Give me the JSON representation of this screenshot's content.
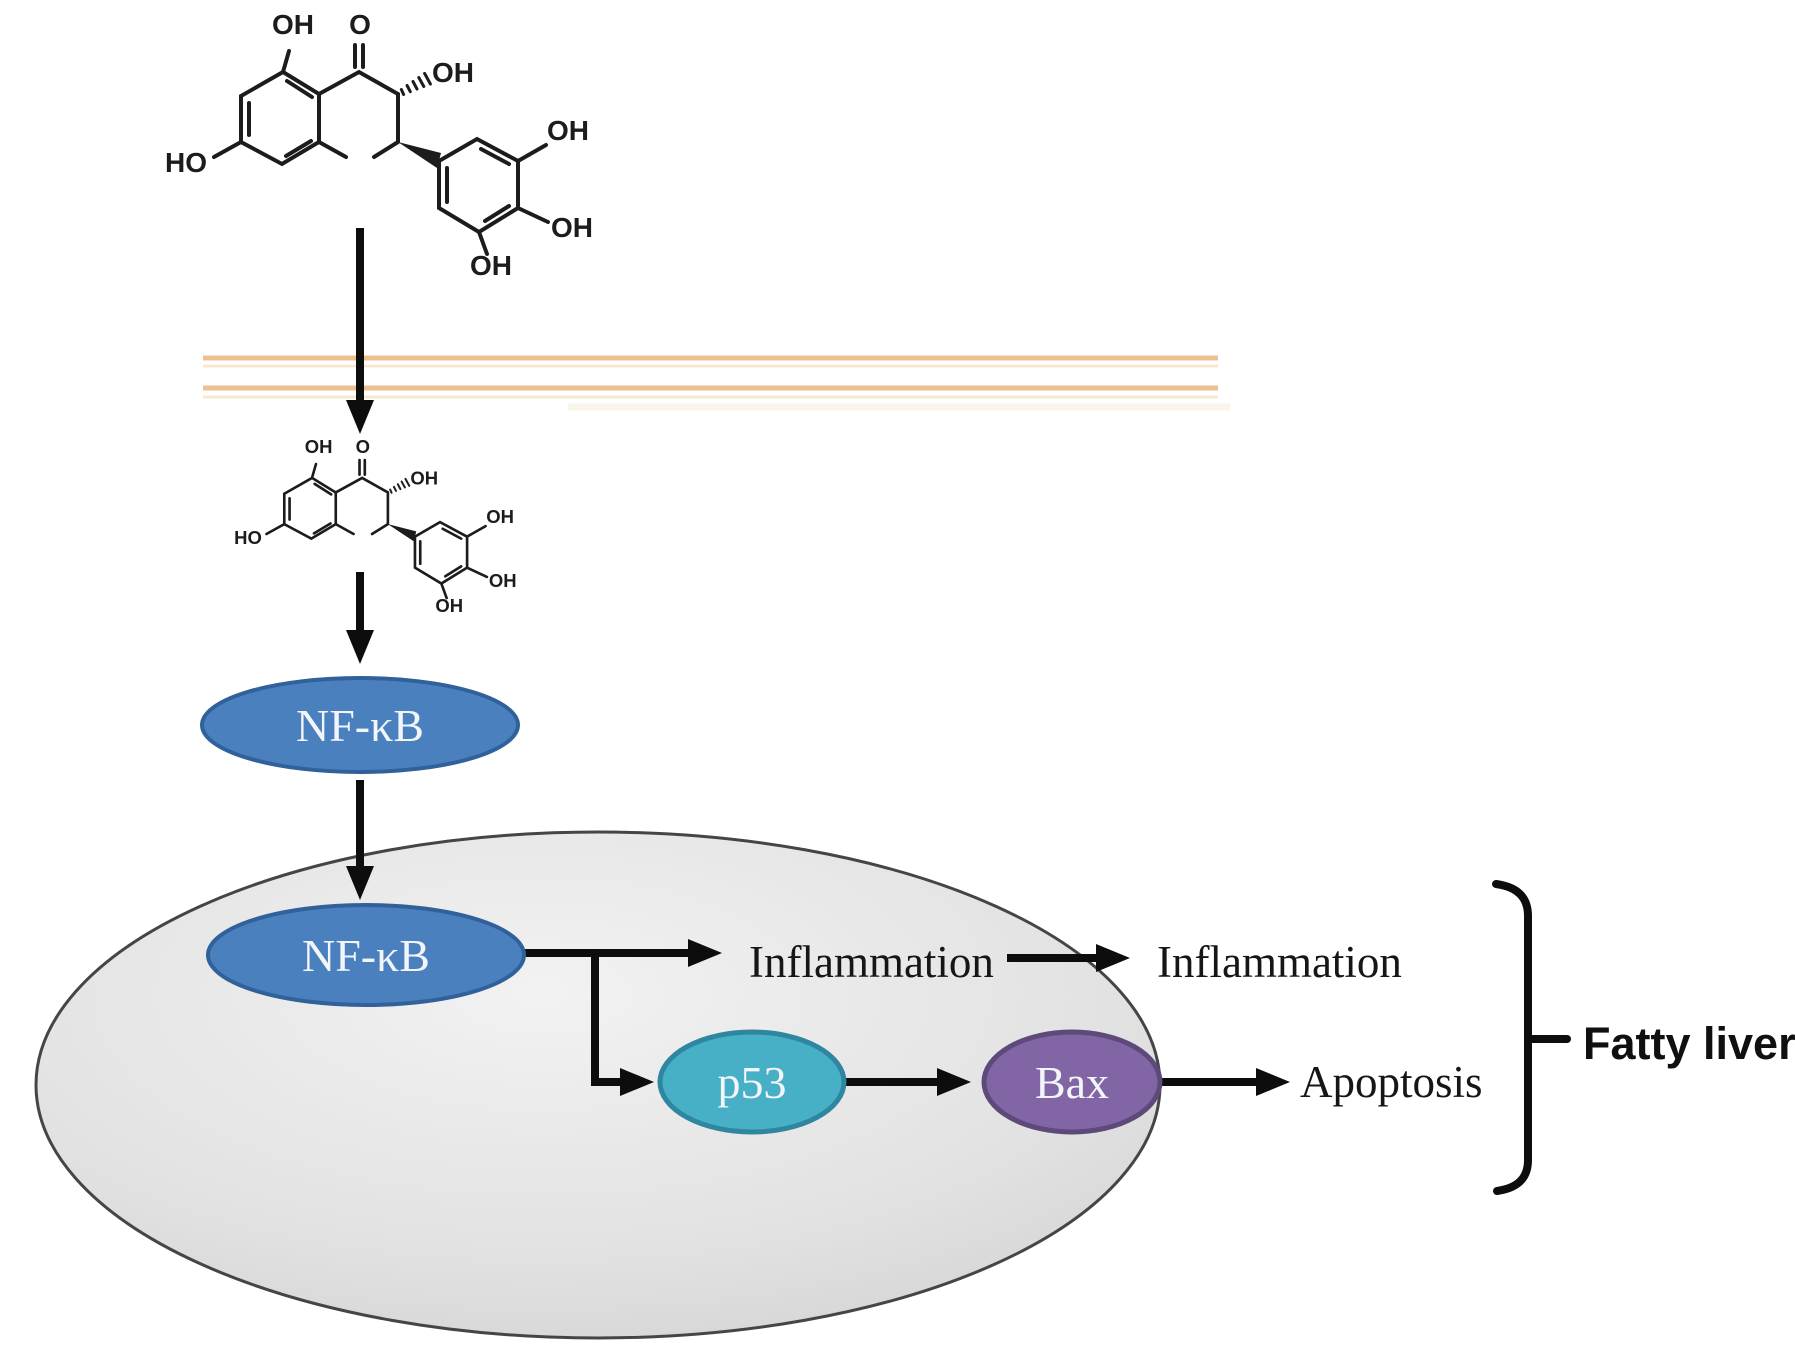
{
  "molecule": {
    "name": "dihydromyricetin-flavonoid-structure",
    "labels": {
      "oh5": "OH",
      "ketone_o": "O",
      "oh3": "OH",
      "ho7": "HO",
      "oh3prime": "OH",
      "oh4prime": "OH",
      "oh5prime": "OH"
    }
  },
  "nodes": {
    "nfkb_outer": {
      "label": "NF-κB",
      "fill": "#4a80bd",
      "stroke": "#30619b"
    },
    "nfkb_inner": {
      "label": "NF-κB",
      "fill": "#4a80bd",
      "stroke": "#30619b"
    },
    "p53": {
      "label": "p53",
      "fill": "#47b0c6",
      "stroke": "#2e86a0"
    },
    "bax": {
      "label": "Bax",
      "fill": "#8265a5",
      "stroke": "#5d4a7a"
    }
  },
  "annotations": {
    "inflammation_inner": "Inflammation",
    "inflammation_outer": "Inflammation",
    "apoptosis": "Apoptosis",
    "fatty_liver": "Fatty liver"
  },
  "colors": {
    "membrane_line": "#eec08f",
    "membrane_echo": "#f8e3c6",
    "cell_fill_light": "#f1f1f1",
    "cell_fill_dark": "#d2d2d2",
    "cell_stroke": "#454545",
    "arrow": "#0d0d0d"
  }
}
